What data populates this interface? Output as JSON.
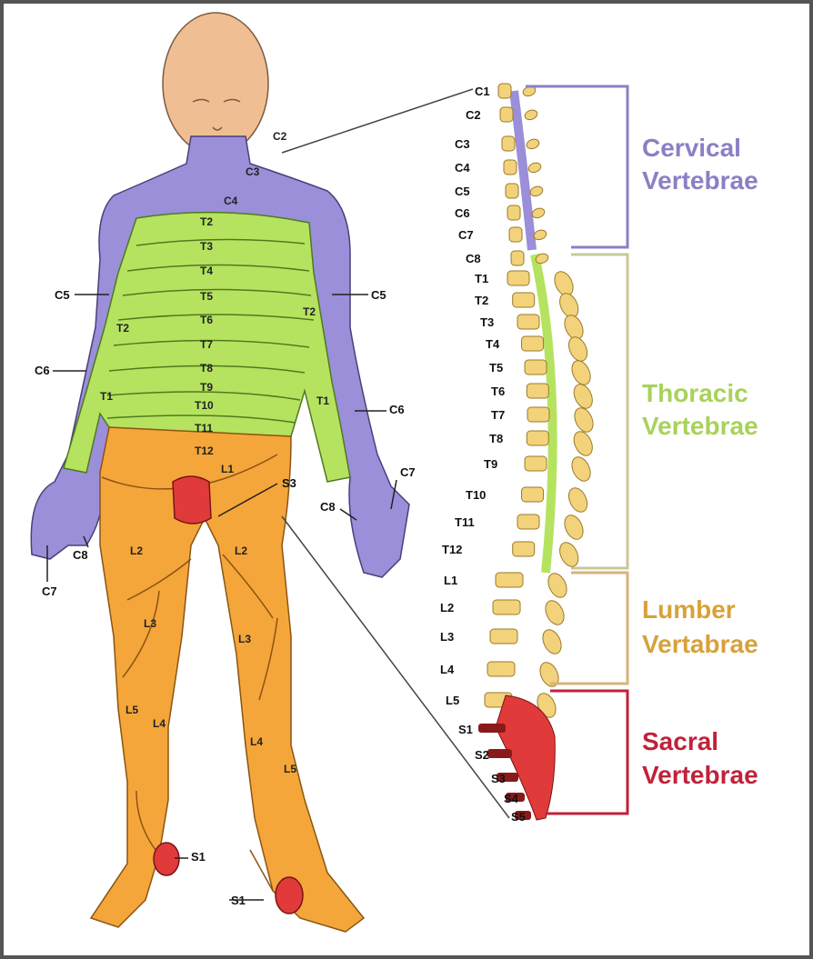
{
  "colors": {
    "cervical": "#9a8fd8",
    "thoracic": "#b5e35f",
    "lumbar": "#f5a63a",
    "sacral": "#e03a3a",
    "vertebra": "#f2d27a",
    "cervical_text": "#8a80c4",
    "thoracic_text": "#a8d25a",
    "lumbar_text": "#d7a23a",
    "sacral_text": "#c0223a",
    "skin": "#efbf93"
  },
  "regions": [
    {
      "line1": "Cervical",
      "line2": "Vertebrae"
    },
    {
      "line1": "Thoracic",
      "line2": "Vertebrae"
    },
    {
      "line1": "Lumber",
      "line2": "Vertabrae"
    },
    {
      "line1": "Sacral",
      "line2": "Vertebrae"
    }
  ],
  "spine_labels": [
    "C1",
    "C2",
    "C3",
    "C4",
    "C5",
    "C6",
    "C7",
    "C8",
    "T1",
    "T2",
    "T3",
    "T4",
    "T5",
    "T6",
    "T7",
    "T8",
    "T9",
    "T10",
    "T11",
    "T12",
    "L1",
    "L2",
    "L3",
    "L4",
    "L5",
    "S1",
    "S2",
    "S3",
    "S4",
    "S5"
  ],
  "body_labels": {
    "neck_c2": "C2",
    "neck_c3": "C3",
    "shoulder_c4": "C4",
    "left_c5": "C5",
    "right_c5": "C5",
    "left_c6": "C6",
    "right_c6": "C6",
    "left_c7": "C7",
    "right_c7": "C7",
    "left_c8": "C8",
    "right_c8": "C8",
    "left_t2": "T2",
    "right_t2": "T2",
    "left_t1": "T1",
    "right_t1": "T1",
    "groin_s3": "S3",
    "hip_l1": "L1",
    "left_l2": "L2",
    "right_l2": "L2",
    "left_l3": "L3",
    "right_l3": "L3",
    "left_l4": "L4",
    "right_l4": "L4",
    "left_l5": "L5",
    "right_l5": "L5",
    "left_s1": "S1",
    "right_s1": "S1"
  },
  "torso_labels": [
    "T2",
    "T3",
    "T4",
    "T5",
    "T6",
    "T7",
    "T8",
    "T9",
    "T10",
    "T11",
    "T12"
  ]
}
